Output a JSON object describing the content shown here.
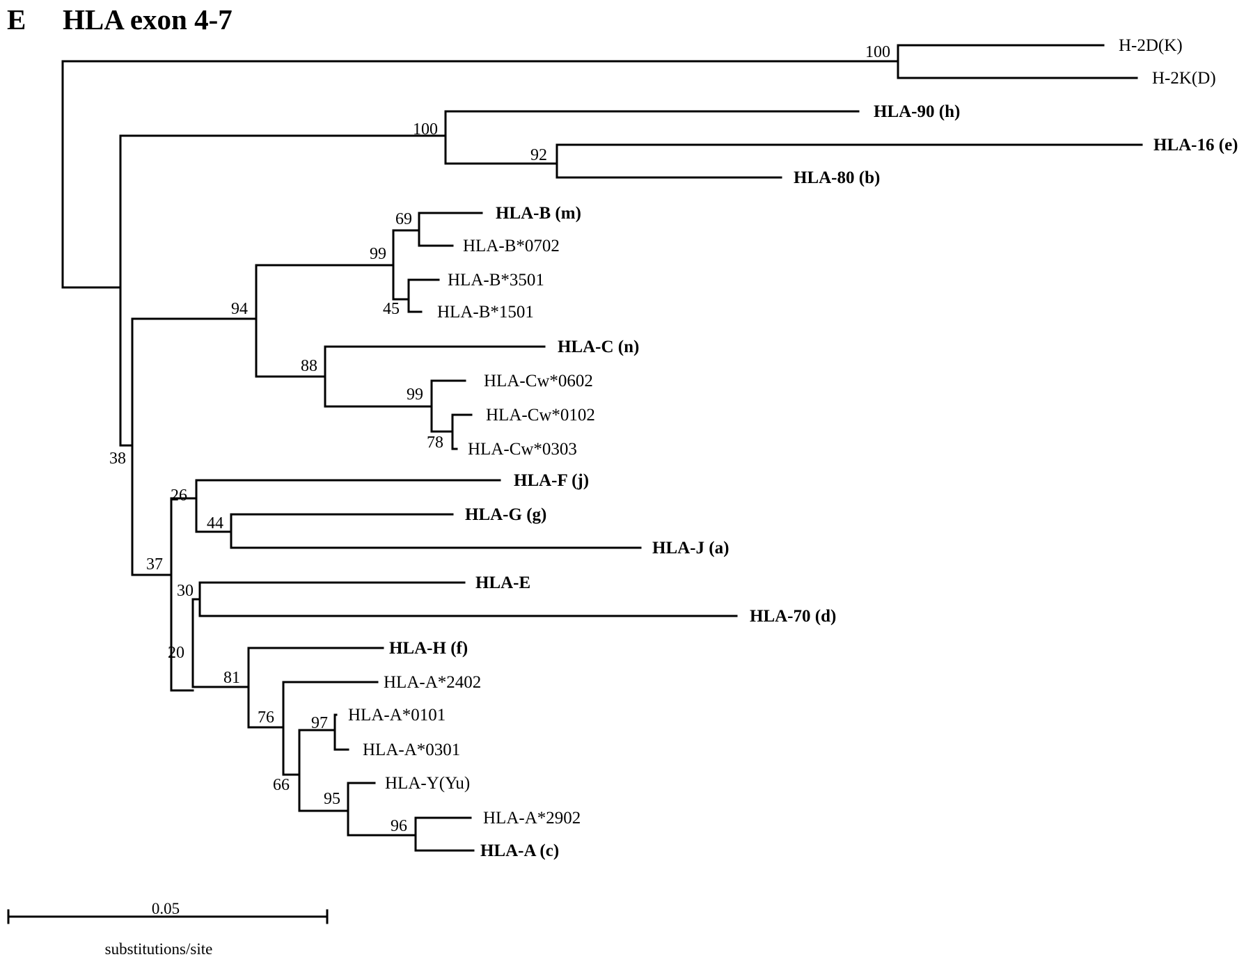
{
  "figure": {
    "panel_letter": "E",
    "title": "HLA exon 4-7"
  },
  "leaves": [
    {
      "id": "h2dk",
      "label": "H-2D(K)",
      "bold": false
    },
    {
      "id": "h2kd",
      "label": "H-2K(D)",
      "bold": false
    },
    {
      "id": "hla90",
      "label": "HLA-90 (h)",
      "bold": true
    },
    {
      "id": "hla16",
      "label": "HLA-16 (e)",
      "bold": true
    },
    {
      "id": "hla80",
      "label": "HLA-80 (b)",
      "bold": true
    },
    {
      "id": "hlab_m",
      "label": "HLA-B (m)",
      "bold": true
    },
    {
      "id": "b0702",
      "label": "HLA-B*0702",
      "bold": false
    },
    {
      "id": "b3501",
      "label": "HLA-B*3501",
      "bold": false
    },
    {
      "id": "b1501",
      "label": "HLA-B*1501",
      "bold": false
    },
    {
      "id": "hlac_n",
      "label": "HLA-C (n)",
      "bold": true
    },
    {
      "id": "cw0602",
      "label": "HLA-Cw*0602",
      "bold": false
    },
    {
      "id": "cw0102",
      "label": "HLA-Cw*0102",
      "bold": false
    },
    {
      "id": "cw0303",
      "label": "HLA-Cw*0303",
      "bold": false
    },
    {
      "id": "hlaf",
      "label": "HLA-F (j)",
      "bold": true
    },
    {
      "id": "hlag",
      "label": "HLA-G (g)",
      "bold": true
    },
    {
      "id": "hlaj",
      "label": "HLA-J (a)",
      "bold": true
    },
    {
      "id": "hlae",
      "label": "HLA-E",
      "bold": true
    },
    {
      "id": "hla70",
      "label": "HLA-70 (d)",
      "bold": true
    },
    {
      "id": "hlah",
      "label": "HLA-H (f)",
      "bold": true
    },
    {
      "id": "a2402",
      "label": "HLA-A*2402",
      "bold": false
    },
    {
      "id": "a0101",
      "label": "HLA-A*0101",
      "bold": false
    },
    {
      "id": "a0301",
      "label": "HLA-A*0301",
      "bold": false
    },
    {
      "id": "hlay",
      "label": "HLA-Y(Yu)",
      "bold": false
    },
    {
      "id": "a2902",
      "label": "HLA-A*2902",
      "bold": false
    },
    {
      "id": "hlaa_c",
      "label": "HLA-A (c)",
      "bold": true
    }
  ],
  "bootstrap": [
    {
      "clade": "H-2D(K) + H-2K(D)",
      "value": "100"
    },
    {
      "clade": "HLA-90 + HLA-16 + HLA-80",
      "value": "100"
    },
    {
      "clade": "HLA-16 + HLA-80",
      "value": "92"
    },
    {
      "clade": "HLA-B (m) + HLA-B*0702",
      "value": "69"
    },
    {
      "clade": "HLA-B group",
      "value": "99"
    },
    {
      "clade": "HLA-B*3501 + HLA-B*1501",
      "value": "45"
    },
    {
      "clade": "HLA-B + HLA-C groups",
      "value": "94"
    },
    {
      "clade": "HLA-C group",
      "value": "88"
    },
    {
      "clade": "HLA-Cw alleles",
      "value": "99"
    },
    {
      "clade": "HLA-Cw*0102 + HLA-Cw*0303",
      "value": "78"
    },
    {
      "clade": "HLA-B/C + rest",
      "value": "38"
    },
    {
      "clade": "HLA-F + HLA-G + HLA-J",
      "value": "26"
    },
    {
      "clade": "HLA-G + HLA-J",
      "value": "44"
    },
    {
      "clade": "HLA-F/G/J + HLA-E/70/A group",
      "value": "37"
    },
    {
      "clade": "HLA-E + HLA-70",
      "value": "30"
    },
    {
      "clade": "HLA-E/70 + HLA-A group",
      "value": "20"
    },
    {
      "clade": "HLA-H + HLA-A alleles",
      "value": "81"
    },
    {
      "clade": "HLA-A*2402 + rest",
      "value": "76"
    },
    {
      "clade": "HLA-A*0101 + HLA-A*0301",
      "value": "97"
    },
    {
      "clade": "HLA-A*0101/0301 + HLA-Y/A*2902/A",
      "value": "66"
    },
    {
      "clade": "HLA-Y(Yu) + HLA-A*2902 + HLA-A (c)",
      "value": "95"
    },
    {
      "clade": "HLA-A*2902 + HLA-A (c)",
      "value": "96"
    }
  ],
  "scale_bar": {
    "value": "0.05",
    "unit_label": "substitutions/site"
  }
}
